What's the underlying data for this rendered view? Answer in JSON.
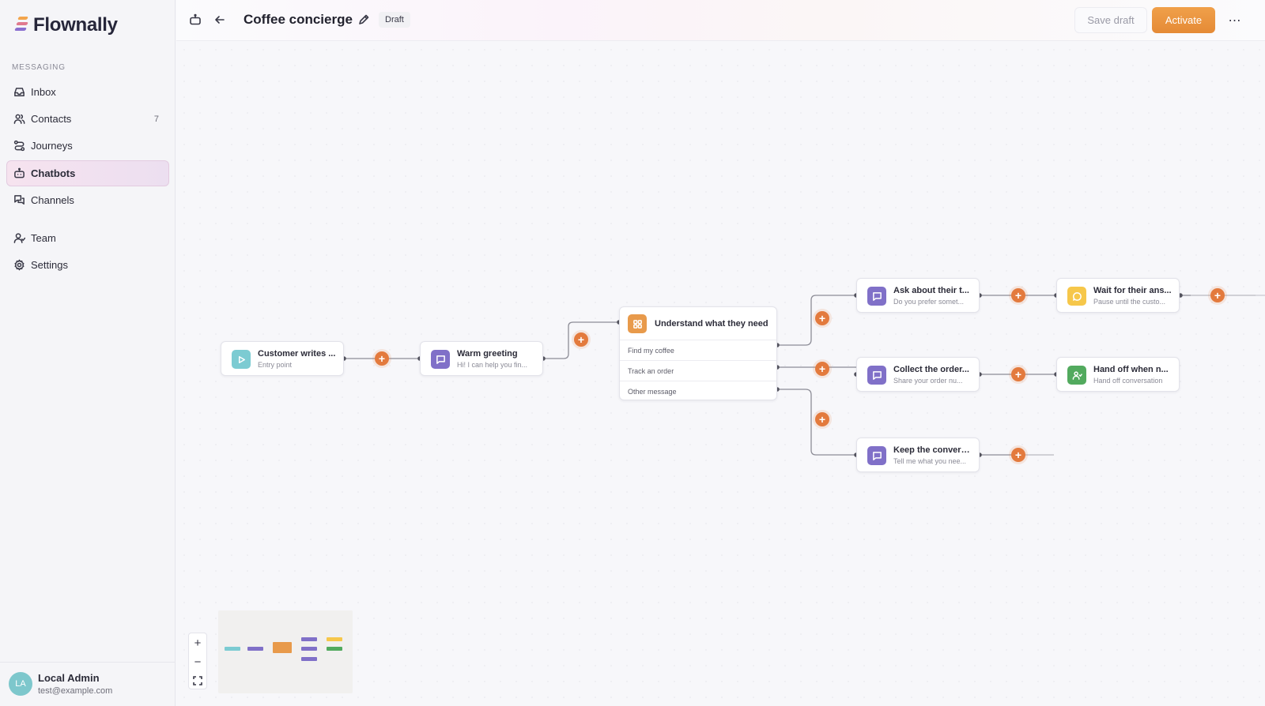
{
  "app": {
    "name": "Flownally"
  },
  "sidebar": {
    "section_label": "MESSAGING",
    "items": [
      {
        "label": "Inbox",
        "icon": "inbox-icon"
      },
      {
        "label": "Contacts",
        "icon": "users-icon",
        "count": "7"
      },
      {
        "label": "Journeys",
        "icon": "route-icon"
      },
      {
        "label": "Chatbots",
        "icon": "bot-icon",
        "active": true
      },
      {
        "label": "Channels",
        "icon": "chat-bubbles-icon"
      },
      {
        "label": "Team",
        "icon": "team-icon"
      },
      {
        "label": "Settings",
        "icon": "gear-icon"
      }
    ],
    "user": {
      "initials": "LA",
      "name": "Local Admin",
      "email": "test@example.com"
    }
  },
  "header": {
    "title": "Coffee concierge",
    "status": "Draft",
    "save_label": "Save draft",
    "activate_label": "Activate",
    "more_label": "⋯"
  },
  "flow": {
    "nodes": {
      "trigger": {
        "title": "Customer writes ...",
        "subtitle": "Entry point",
        "color": "#7ccbd2"
      },
      "greeting": {
        "title": "Warm greeting",
        "subtitle": "Hi! I can help you fin...",
        "color": "#8070c8"
      },
      "router": {
        "title": "Understand what they need",
        "color": "#e89a4b",
        "routes": [
          "Find my coffee",
          "Track an order",
          "Other message"
        ]
      },
      "ask": {
        "title": "Ask about their t...",
        "subtitle": "Do you prefer somet...",
        "color": "#8070c8"
      },
      "wait": {
        "title": "Wait for their ans...",
        "subtitle": "Pause until the custo...",
        "color": "#f6c74a"
      },
      "collect": {
        "title": "Collect the order...",
        "subtitle": "Share your order nu...",
        "color": "#8070c8"
      },
      "handoff": {
        "title": "Hand off when n...",
        "subtitle": "Hand off conversation",
        "color": "#52aa5e"
      },
      "keep": {
        "title": "Keep the convers...",
        "subtitle": "Tell me what you nee...",
        "color": "#8070c8"
      }
    },
    "add_label": "+"
  },
  "zoom": {
    "in": "+",
    "out": "−"
  }
}
